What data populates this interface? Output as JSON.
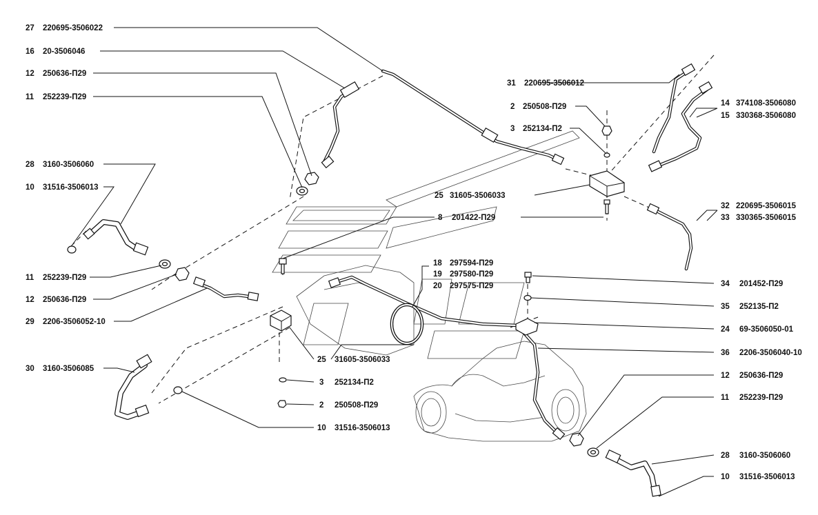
{
  "callouts": [
    {
      "id": "c27",
      "pos": "27",
      "part": "220695-3506022"
    },
    {
      "id": "c16",
      "pos": "16",
      "part": "20-3506046"
    },
    {
      "id": "c12a",
      "pos": "12",
      "part": "250636-П29"
    },
    {
      "id": "c11a",
      "pos": "11",
      "part": "252239-П29"
    },
    {
      "id": "c28a",
      "pos": "28",
      "part": "3160-3506060"
    },
    {
      "id": "c10a",
      "pos": "10",
      "part": "31516-3506013"
    },
    {
      "id": "c11b",
      "pos": "11",
      "part": "252239-П29"
    },
    {
      "id": "c12b",
      "pos": "12",
      "part": "250636-П29"
    },
    {
      "id": "c29",
      "pos": "29",
      "part": "2206-3506052-10"
    },
    {
      "id": "c30",
      "pos": "30",
      "part": "3160-3506085"
    },
    {
      "id": "c31",
      "pos": "31",
      "part": "220695-3506012"
    },
    {
      "id": "c2a",
      "pos": "2",
      "part": "250508-П29"
    },
    {
      "id": "c3a",
      "pos": "3",
      "part": "252134-П2"
    },
    {
      "id": "c14",
      "pos": "14",
      "part": "374108-3506080"
    },
    {
      "id": "c15",
      "pos": "15",
      "part": "330368-3506080"
    },
    {
      "id": "c25a",
      "pos": "25",
      "part": "31605-3506033"
    },
    {
      "id": "c8",
      "pos": "8",
      "part": "201422-П29"
    },
    {
      "id": "c32",
      "pos": "32",
      "part": "220695-3506015"
    },
    {
      "id": "c33",
      "pos": "33",
      "part": "330365-3506015"
    },
    {
      "id": "c18",
      "pos": "18",
      "part": "297594-П29"
    },
    {
      "id": "c19",
      "pos": "19",
      "part": "297580-П29"
    },
    {
      "id": "c20",
      "pos": "20",
      "part": "297575-П29"
    },
    {
      "id": "c34",
      "pos": "34",
      "part": "201452-П29"
    },
    {
      "id": "c35",
      "pos": "35",
      "part": "252135-П2"
    },
    {
      "id": "c24",
      "pos": "24",
      "part": "69-3506050-01"
    },
    {
      "id": "c25b",
      "pos": "25",
      "part": "31605-3506033"
    },
    {
      "id": "c36",
      "pos": "36",
      "part": "2206-3506040-10"
    },
    {
      "id": "c3b",
      "pos": "3",
      "part": "252134-П2"
    },
    {
      "id": "c12c",
      "pos": "12",
      "part": "250636-П29"
    },
    {
      "id": "c2b",
      "pos": "2",
      "part": "250508-П29"
    },
    {
      "id": "c11c",
      "pos": "11",
      "part": "252239-П29"
    },
    {
      "id": "c10b",
      "pos": "10",
      "part": "31516-3506013"
    },
    {
      "id": "c28b",
      "pos": "28",
      "part": "3160-3506060"
    },
    {
      "id": "c10c",
      "pos": "10",
      "part": "31516-3506013"
    }
  ],
  "icons": {
    "union_nut": "hex-nut-icon",
    "washer": "washer-icon",
    "tee": "tee-block-icon",
    "bolt": "bolt-icon",
    "clip": "clip-icon"
  },
  "colors": {
    "line": "#111111",
    "background": "#ffffff",
    "ghost": "#444444"
  }
}
